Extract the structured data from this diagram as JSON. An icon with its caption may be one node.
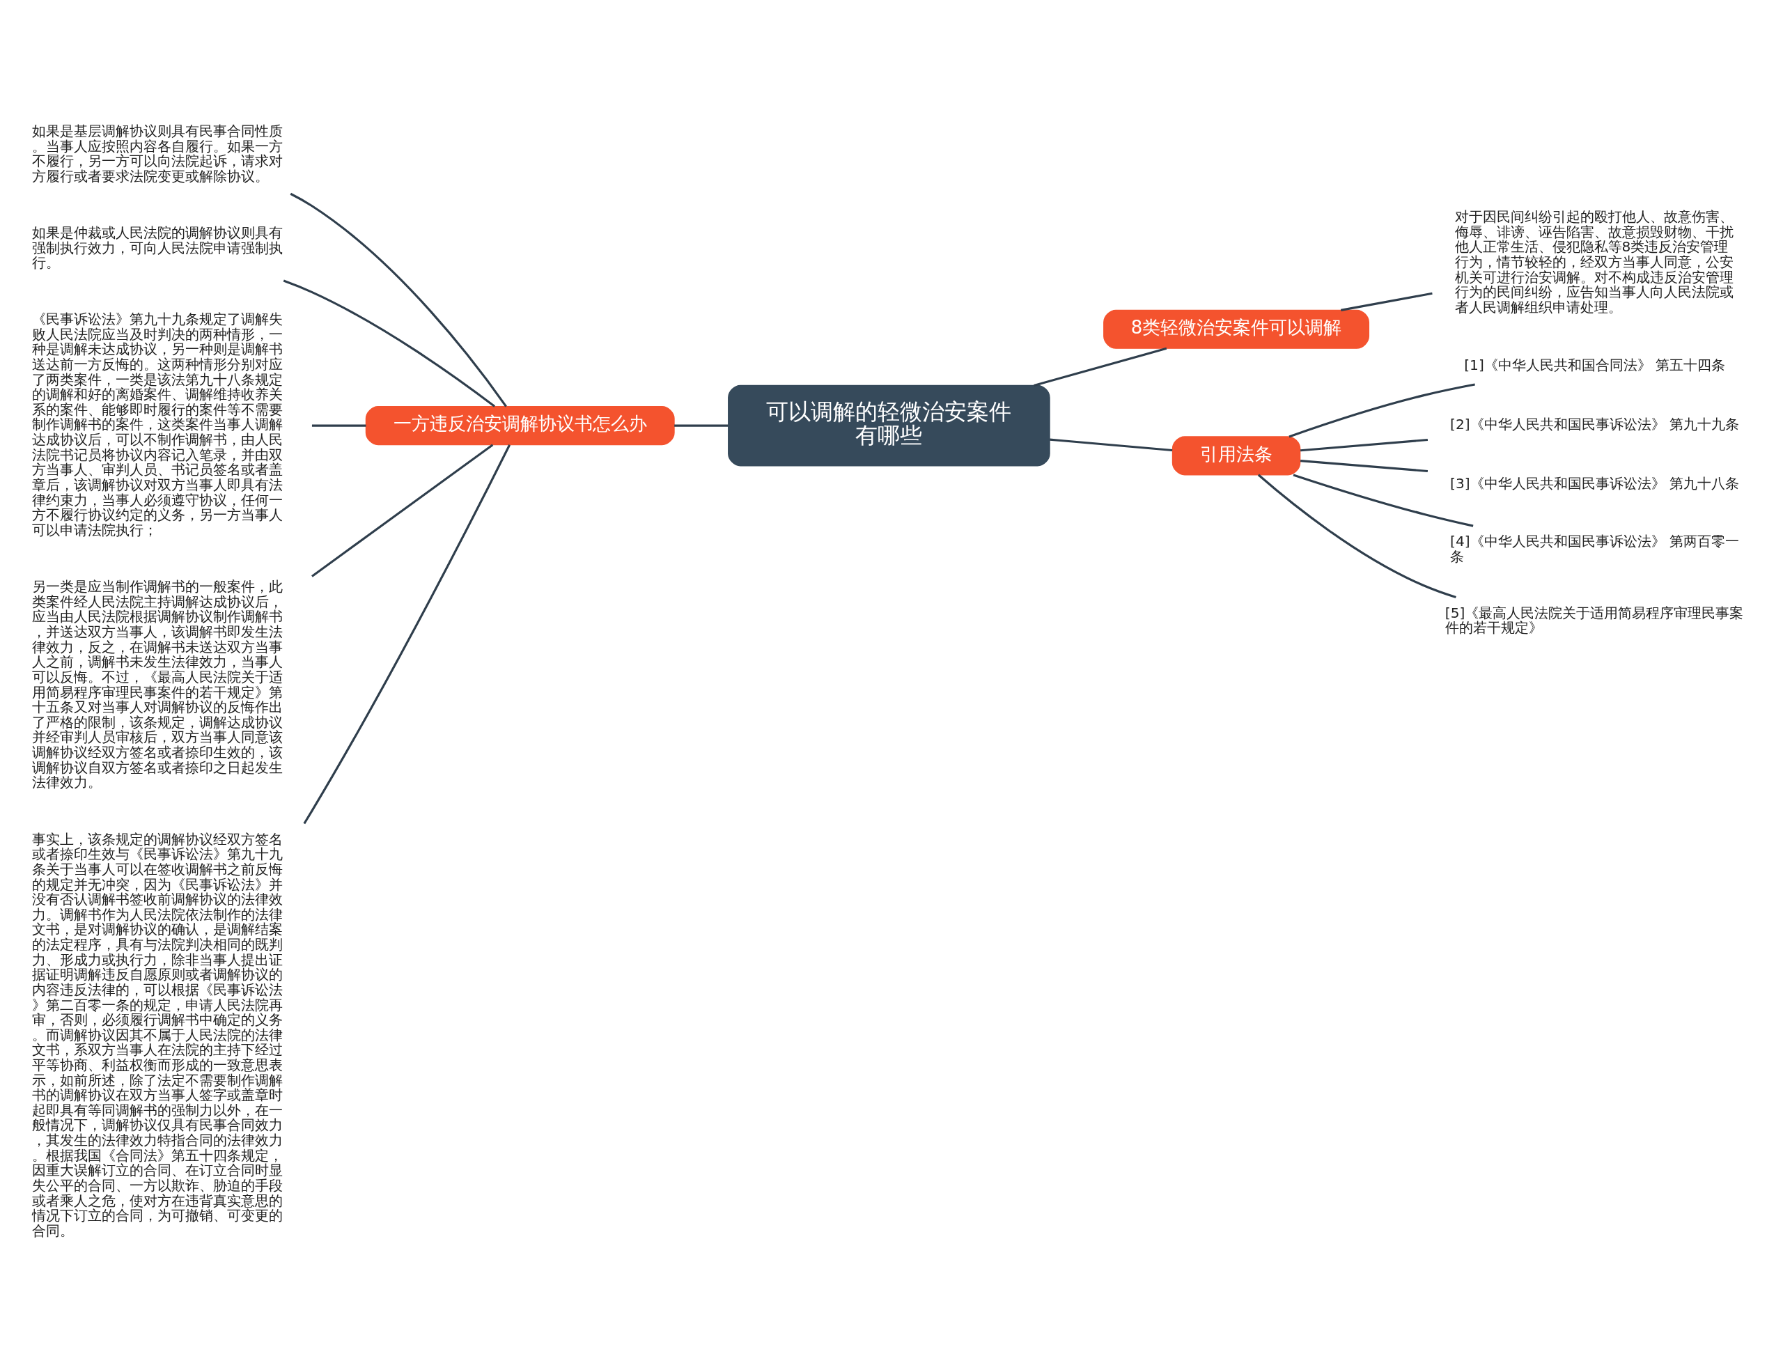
{
  "diagram": {
    "nodes": [
      {
        "text": [
          "可以调解的轻微治安案件有哪些"
        ]
      },
      {
        "text": [
          "8类轻微治安案件可以调解"
        ]
      },
      {
        "text": [
          "对于因民间纠纷引起的殴打他人、故意伤害、侮辱、诽谤、诬告陷害、故意损毁财物、干扰他人正常生活、侵犯隐私等8类违反治安管理行为，情节较轻的，经双方当事人同意，公安机关可进行治安调解。对不构成违反治安管理行为的民间纠纷，应告知当事人向人民法院或者人民调解组织申请处理。"
        ]
      },
      {
        "text": [
          "一方违反治安调解协议书怎么办"
        ]
      },
      {
        "text": [
          "如果是基层调解协议则具有民事合同性质。当事人应按照内容各自履行。如果一方不履行，另一方可以向法院起诉，请求对方履行或者要求法院变更或解除协议。"
        ]
      },
      {
        "text": [
          "如果是仲裁或人民法院的调解协议则具有强制执行效力，可向人民法院申请强制执行。"
        ]
      },
      {
        "text": [
          "《民事诉讼法》第九十九条规定了调解失败人民法院应当及时判决的两种情形，一种是调解未达成协议，另一种则是调解书送达前一方反悔的。这两种情形分别对应了两类案件，一类是该法第九十八条规定的调解和好的离婚案件、调解维持收养关系的案件、能够即时履行的案件等不需要制作调解书的案件，这类案件当事人调解达成协议后，可以不制作调解书，由人民法院书记员将协议内容记入笔录，并由双方当事人、审判人员、书记员签名或者盖章后，该调解协议对双方当事人即具有法律约束力，当事人必须遵守协议，任何一方不履行协议约定的义务，另一方当事人可以申请法院执行；"
        ]
      },
      {
        "text": [
          "另一类是应当制作调解书的一般案件，此类案件经人民法院主持调解达成协议后，应当由人民法院根据调解协议制作调解书，并送达双方当事人，该调解书即发生法律效力，反之，在调解书未送达双方当事人之前，调解书未发生法律效力，当事人可以反悔。不过，《最高人民法院关于适用简易程序审理民事案件的若干规定》第十五条又对当事人对调解协议的反悔作出了严格的限制，该条规定，调解达成协议并经审判人员审核后，双方当事人同意该调解协议经双方签名或者捺印生效的，该调解协议自双方签名或者捺印之日起发生法律效力。"
        ]
      },
      {
        "text": [
          "事实上，该条规定的调解协议经双方签名或者捺印生效与《民事诉讼法》第九十九条关于当事人可以在签收调解书之前反悔的规定并无冲突，因为《民事诉讼法》并没有否认调解书签收前调解协议的法律效力。调解书作为人民法院依法制作的法律文书，是对调解协议的确认，是调解结案的法定程序，具有与法院判决相同的既判力、形成力或执行力，除非当事人提出证据证明调解违反自愿原则或者调解协议的内容违反法律的，可以根据《民事诉讼法》第二百零一条的规定，申请人民法院再审，否则，必须履行调解书中确定的义务。而调解协议因其不属于人民法院的法律文书，系双方当事人在法院的主持下经过平等协商、利益权衡而形成的一致意思表示，如前所述，除了法定不需要制作调解书的调解协议在双方当事人签字或盖章时起即具有等同调解书的强制力以外，在一般情况下，调解协议仅具有民事合同效力，其发生的法律效力特指合同的法律效力。根据我国《合同法》第五十四条规定，因重大误解订立的合同、在订立合同时显失公平的合同、一方以欺诈、胁迫的手段或者乘人之危，使对方在违背真实意思的情况下订立的合同，为可撤销、可变更的合同。"
        ]
      },
      {
        "text": [
          "引用法条"
        ]
      },
      {
        "text": [
          "[1]《中华人民共和国合同法》 第五十四条"
        ]
      },
      {
        "text": [
          "[2]《中华人民共和国民事诉讼法》 第九十九条"
        ]
      },
      {
        "text": [
          "[3]《中华人民共和国民事诉讼法》 第九十八条"
        ]
      },
      {
        "text": [
          "[4]《中华人民共和国民事诉讼法》 第两百零一条"
        ]
      },
      {
        "text": [
          "[5]《最高人民法院关于适用简易程序审理民事案件的若干规定》"
        ]
      }
    ],
    "edges": [
      {
        "from": 4,
        "to": 3,
        "arrow": "none"
      },
      {
        "from": 5,
        "to": 3,
        "arrow": "none"
      },
      {
        "from": 6,
        "to": 3,
        "arrow": "none"
      },
      {
        "from": 7,
        "to": 3,
        "arrow": "none"
      },
      {
        "from": 8,
        "to": 3,
        "arrow": "none"
      },
      {
        "from": 3,
        "to": 0,
        "arrow": "none"
      },
      {
        "from": 0,
        "to": 1,
        "arrow": "none"
      },
      {
        "from": 1,
        "to": 2,
        "arrow": "none"
      },
      {
        "from": 0,
        "to": 9,
        "arrow": "none"
      },
      {
        "from": 9,
        "to": 10,
        "arrow": "none"
      },
      {
        "from": 9,
        "to": 11,
        "arrow": "none"
      },
      {
        "from": 9,
        "to": 12,
        "arrow": "none"
      },
      {
        "from": 9,
        "to": 13,
        "arrow": "none"
      },
      {
        "from": 9,
        "to": 14,
        "arrow": "none"
      }
    ]
  }
}
